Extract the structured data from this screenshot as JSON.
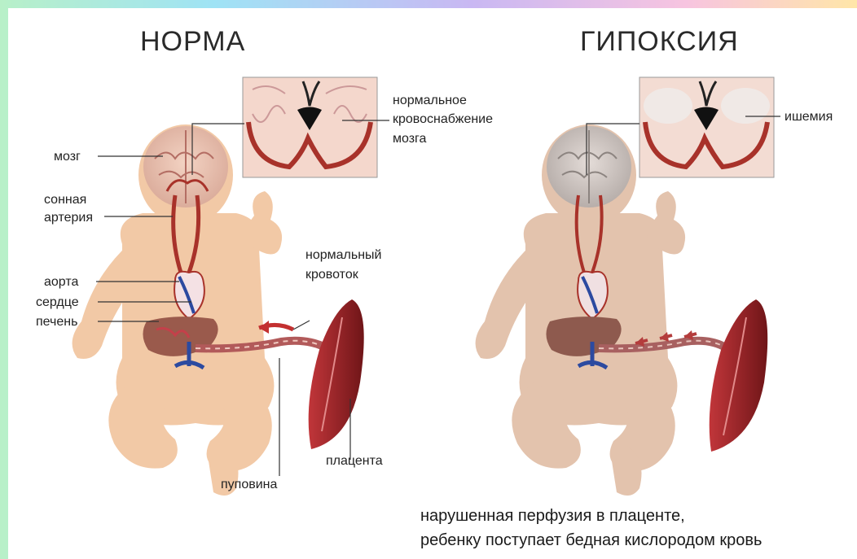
{
  "left_panel": {
    "title": "НОРМА",
    "labels": {
      "brain": "мозг",
      "carotid_1": "сонная",
      "carotid_2": "артерия",
      "aorta": "аорта",
      "heart": "сердце",
      "liver": "печень",
      "flow_1": "нормальный",
      "flow_2": "кровоток",
      "supply_1": "нормальное",
      "supply_2": "кровоснабжение",
      "supply_3": "мозга",
      "placenta": "плацента",
      "cord": "пуповина"
    }
  },
  "right_panel": {
    "title": "ГИПОКСИЯ",
    "labels": {
      "ischemia": "ишемия"
    }
  },
  "caption": {
    "line1": "нарушенная перфузия в плаценте,",
    "line2": "ребенку поступает бедная кислородом кровь"
  },
  "colors": {
    "skin_normal": "#f2c9a6",
    "skin_hypoxia": "#e3c3ad",
    "artery": "#a8322a",
    "vein": "#2c4aa0",
    "placenta": "#8e1f22",
    "liver": "#9a5a4c"
  }
}
